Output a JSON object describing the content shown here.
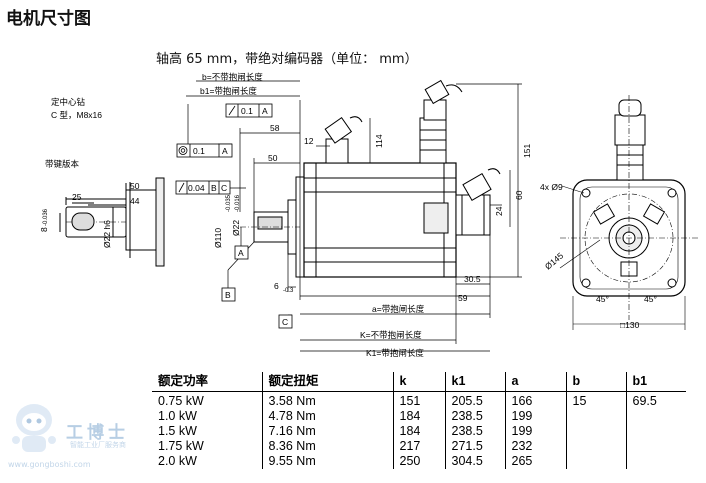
{
  "page_title": "电机尺寸图",
  "subtitle": "轴高 65 mm，带绝对编码器（单位： mm）",
  "drawing": {
    "notes": {
      "center_hole": "定中心钻",
      "c_type": "C  型，M8x16",
      "keyed": "带键版本"
    },
    "side_labels": {
      "b_desc": "b=不带抱闸长度",
      "b1_desc": "b1=带抱闸长度",
      "a_desc": "a=带抱闸长度",
      "k_desc": "K=不带抱闸长度",
      "k1_desc": "K1=带抱闸长度"
    },
    "tolerance_frames": {
      "perp": "0.1",
      "perp_ref": "A",
      "conc": "0.1",
      "conc_ref": "A",
      "runout": "0.04",
      "runout_ref1": "B",
      "runout_ref2": "C"
    },
    "datums": {
      "a": "A",
      "b": "B",
      "c": "C"
    },
    "dims": {
      "d58": "58",
      "d50": "50",
      "d12": "12",
      "d114": "114",
      "d151": "151",
      "d60": "60",
      "d24": "24",
      "d30_5": "30.5",
      "d59": "59",
      "d6": "6",
      "d6_tol": "-0.3",
      "shaft_dia": "Ø22",
      "shaft_tol": "-0.016",
      "pilot_dia": "Ø110",
      "pilot_tol": "-0.035",
      "key_len": "50",
      "key_off": "44",
      "key_w": "25",
      "key_h": "8",
      "key_h_tol": "-0.036",
      "key_shaft": "Ø22 h6",
      "holes": "4x Ø9",
      "pcd": "Ø145",
      "angle1": "45°",
      "angle2": "45°",
      "flange": "□130"
    }
  },
  "table": {
    "headers": [
      "额定功率",
      "额定扭矩",
      "k",
      "k1",
      "a",
      "b",
      "b1"
    ],
    "rows": [
      [
        "0.75 kW",
        "3.58 Nm",
        "151",
        "205.5",
        "166"
      ],
      [
        "1.0 kW",
        "4.78 Nm",
        "184",
        "238.5",
        "199"
      ],
      [
        "1.5 kW",
        "7.16 Nm",
        "184",
        "238.5",
        "199"
      ],
      [
        "1.75 kW",
        "8.36 Nm",
        "217",
        "271.5",
        "232"
      ],
      [
        "2.0 kW",
        "9.55 Nm",
        "250",
        "304.5",
        "265"
      ]
    ],
    "b_value": "15",
    "b1_value": "69.5"
  },
  "watermark": {
    "brand": "工博士",
    "sub": "智能工业厂服务商",
    "url": "www.gongboshi.com"
  }
}
